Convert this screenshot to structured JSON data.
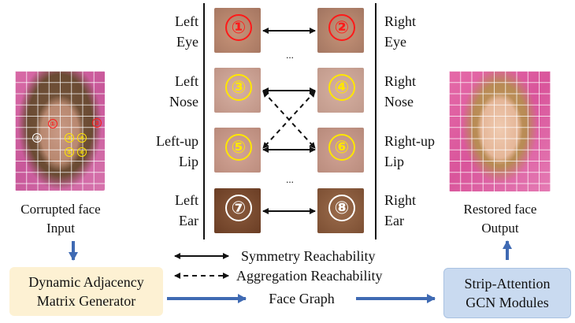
{
  "faces": {
    "input_caption_line1": "Corrupted face",
    "input_caption_line2": "Input",
    "output_caption_line1": "Restored face",
    "output_caption_line2": "Output"
  },
  "rows": [
    {
      "left_line1": "Left",
      "left_line2": "Eye",
      "right_line1": "Right",
      "right_line2": "Eye",
      "left_num": "①",
      "right_num": "②",
      "color": "#ff1a1a"
    },
    {
      "left_line1": "Left",
      "left_line2": "Nose",
      "right_line1": "Right",
      "right_line2": "Nose",
      "left_num": "③",
      "right_num": "④",
      "color": "#ffe600"
    },
    {
      "left_line1": "Left-up",
      "left_line2": "Lip",
      "right_line1": "Right-up",
      "right_line2": "Lip",
      "left_num": "⑤",
      "right_num": "⑥",
      "color": "#ffe600"
    },
    {
      "left_line1": "Left",
      "left_line2": "Ear",
      "right_line1": "Right",
      "right_line2": "Ear",
      "left_num": "⑦",
      "right_num": "⑧",
      "color": "#ffffff"
    }
  ],
  "ellipsis_1": "...",
  "ellipsis_2": "...",
  "legend": {
    "symmetry": "Symmetry  Reachability",
    "aggregation": "Aggregation Reachability"
  },
  "boxes": {
    "generator_line1": "Dynamic Adjacency",
    "generator_line2": "Matrix Generator",
    "graph_label": "Face Graph",
    "gcn_line1": "Strip-Attention",
    "gcn_line2": "GCN Modules"
  },
  "colors": {
    "arrow_blue": "#3f6ab3",
    "generator_fill": "#fdf1d3",
    "gcn_fill": "#c9daf0"
  }
}
